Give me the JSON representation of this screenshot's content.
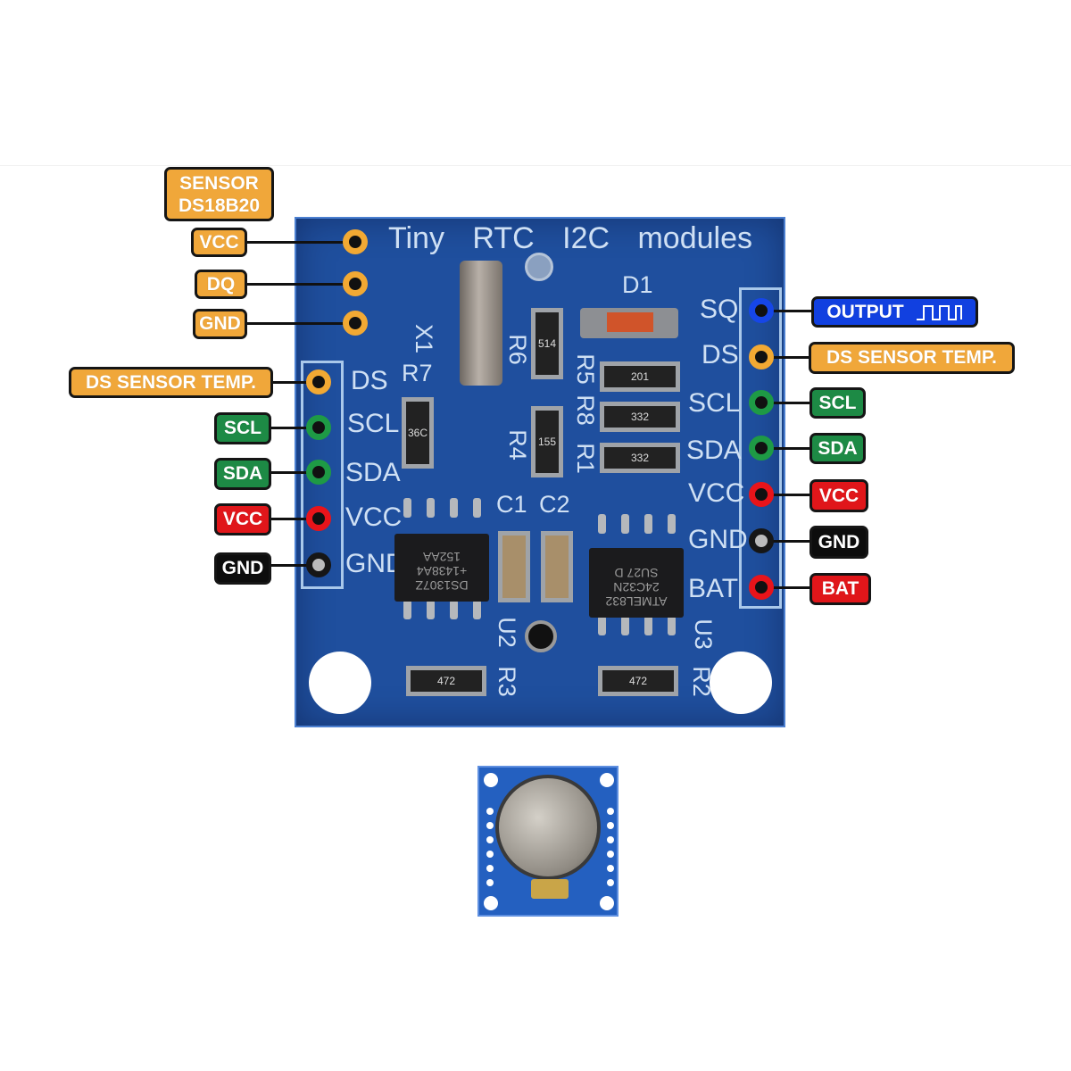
{
  "board": {
    "title": "Tiny RTC I2C modules",
    "left_header_silk": [
      "DS",
      "SCL",
      "SDA",
      "VCC",
      "GND"
    ],
    "right_header_silk": [
      "SQ",
      "DS",
      "SCL",
      "SDA",
      "VCC",
      "GND",
      "BAT"
    ],
    "components": {
      "d1": "D1",
      "x1": "X1",
      "r7": "R7",
      "r6": "R6",
      "r5": "R5",
      "r8": "R8",
      "r4": "R4",
      "r1": "R1",
      "c1": "C1",
      "c2": "C2",
      "u2": "U2",
      "u3": "U3",
      "r3": "R3",
      "r2": "R2"
    },
    "chip_u2": [
      "DS1307Z",
      "+1438A4",
      "152AA"
    ],
    "chip_u3": [
      "ATMEL832",
      "24C32N",
      "SU27 D"
    ],
    "resistor_codes": {
      "r6": "514",
      "r5": "201",
      "r8": "332",
      "r1": "332",
      "r4": "155",
      "r7": "36C",
      "r3": "472",
      "r2": "472"
    }
  },
  "labels": {
    "sensor_title": [
      "SENSOR",
      "DS18B20"
    ],
    "sensor_pins": [
      {
        "text": "VCC",
        "color": "#f0a73a"
      },
      {
        "text": "DQ",
        "color": "#f0a73a"
      },
      {
        "text": "GND",
        "color": "#f0a73a"
      }
    ],
    "left_pins": [
      {
        "text": "DS SENSOR TEMP.",
        "color": "#f0a73a"
      },
      {
        "text": "SCL",
        "color": "#1d8a45"
      },
      {
        "text": "SDA",
        "color": "#1d8a45"
      },
      {
        "text": "VCC",
        "color": "#e0161a"
      },
      {
        "text": "GND",
        "color": "#0d0d0d"
      }
    ],
    "right_pins": [
      {
        "text": "OUTPUT",
        "color": "#1140e0",
        "icon": "square-wave-icon"
      },
      {
        "text": "DS SENSOR TEMP.",
        "color": "#f0a73a"
      },
      {
        "text": "SCL",
        "color": "#1d8a45"
      },
      {
        "text": "SDA",
        "color": "#1d8a45"
      },
      {
        "text": "VCC",
        "color": "#e0161a"
      },
      {
        "text": "GND",
        "color": "#0d0d0d"
      },
      {
        "text": "BAT",
        "color": "#e0161a"
      }
    ]
  }
}
